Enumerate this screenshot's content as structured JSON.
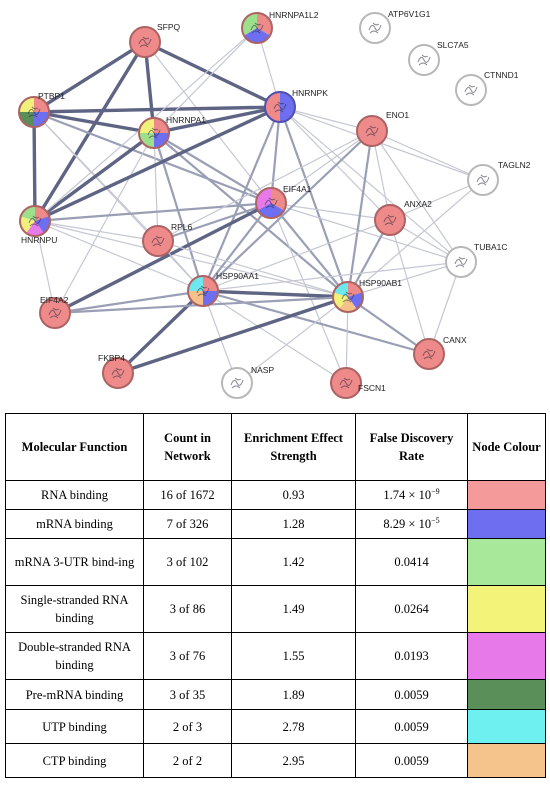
{
  "network": {
    "nodes": [
      {
        "id": "SFPQ",
        "label": "SFPQ",
        "colors": [
          "#ef8a8a"
        ]
      },
      {
        "id": "HNRNPA1L2",
        "label": "HNRNPA1L2",
        "colors": [
          "#ef8a8a",
          "#6e6ef0",
          "#9de08c"
        ]
      },
      {
        "id": "ATP6V1G1",
        "label": "ATP6V1G1",
        "colors": [
          "#ffffff"
        ]
      },
      {
        "id": "SLC7A5",
        "label": "SLC7A5",
        "colors": [
          "#ffffff"
        ]
      },
      {
        "id": "CTNND1",
        "label": "CTNND1",
        "colors": [
          "#ffffff"
        ]
      },
      {
        "id": "PTBP1",
        "label": "PTBP1",
        "colors": [
          "#ef8a8a",
          "#6e6ef0",
          "#5a8f5a",
          "#f0f07a"
        ]
      },
      {
        "id": "HNRNPK",
        "label": "HNRNPK",
        "colors": [
          "#6e6ef0",
          "#ef8a8a"
        ]
      },
      {
        "id": "HNRNPA1",
        "label": "HNRNPA1",
        "colors": [
          "#ef8a8a",
          "#6e6ef0",
          "#9de08c",
          "#f0f07a"
        ]
      },
      {
        "id": "ENO1",
        "label": "ENO1",
        "colors": [
          "#ef8a8a"
        ]
      },
      {
        "id": "TAGLN2",
        "label": "TAGLN2",
        "colors": [
          "#ffffff"
        ]
      },
      {
        "id": "HNRNPU",
        "label": "HNRNPU",
        "colors": [
          "#ef8a8a",
          "#6e6ef0",
          "#e879e8",
          "#f0f07a",
          "#9de08c"
        ]
      },
      {
        "id": "EIF4A1",
        "label": "EIF4A1",
        "colors": [
          "#ef8a8a",
          "#6e6ef0",
          "#e879e8"
        ]
      },
      {
        "id": "ANXA2",
        "label": "ANXA2",
        "colors": [
          "#ef8a8a"
        ]
      },
      {
        "id": "RPL6",
        "label": "RPL6",
        "colors": [
          "#ef8a8a"
        ]
      },
      {
        "id": "TUBA1C",
        "label": "TUBA1C",
        "colors": [
          "#ffffff"
        ]
      },
      {
        "id": "HSP90AA1",
        "label": "HSP90AA1",
        "colors": [
          "#ef8a8a",
          "#6e6ef0",
          "#f5c08a",
          "#6ee8ef"
        ]
      },
      {
        "id": "HSP90AB1",
        "label": "HSP90AB1",
        "colors": [
          "#ef8a8a",
          "#6e6ef0",
          "#f5c08a",
          "#f0f07a",
          "#6ee8ef"
        ]
      },
      {
        "id": "EIF4A2",
        "label": "EIF4A2",
        "colors": [
          "#ef8a8a"
        ]
      },
      {
        "id": "CANX",
        "label": "CANX",
        "colors": [
          "#ef8a8a"
        ]
      },
      {
        "id": "FKBP4",
        "label": "FKBP4",
        "colors": [
          "#ef8a8a"
        ]
      },
      {
        "id": "NASP",
        "label": "NASP",
        "colors": [
          "#ffffff"
        ]
      },
      {
        "id": "FSCN1",
        "label": "FSCN1",
        "colors": [
          "#ef8a8a"
        ]
      }
    ],
    "edges": [
      {
        "a": "SFPQ",
        "b": "PTBP1",
        "strength": 3
      },
      {
        "a": "SFPQ",
        "b": "HNRNPA1",
        "strength": 3
      },
      {
        "a": "SFPQ",
        "b": "HNRNPK",
        "strength": 3
      },
      {
        "a": "SFPQ",
        "b": "HNRNPU",
        "strength": 3
      },
      {
        "a": "SFPQ",
        "b": "EIF4A1",
        "strength": 1
      },
      {
        "a": "PTBP1",
        "b": "HNRNPA1",
        "strength": 3
      },
      {
        "a": "PTBP1",
        "b": "HNRNPK",
        "strength": 3
      },
      {
        "a": "PTBP1",
        "b": "HNRNPU",
        "strength": 3
      },
      {
        "a": "PTBP1",
        "b": "EIF4A1",
        "strength": 2
      },
      {
        "a": "PTBP1",
        "b": "RPL6",
        "strength": 1
      },
      {
        "a": "PTBP1",
        "b": "HSP90AA1",
        "strength": 1
      },
      {
        "a": "HNRNPA1",
        "b": "HNRNPK",
        "strength": 3
      },
      {
        "a": "HNRNPA1",
        "b": "HNRNPU",
        "strength": 3
      },
      {
        "a": "HNRNPA1",
        "b": "EIF4A1",
        "strength": 2
      },
      {
        "a": "HNRNPA1",
        "b": "RPL6",
        "strength": 1
      },
      {
        "a": "HNRNPA1",
        "b": "HSP90AA1",
        "strength": 2
      },
      {
        "a": "HNRNPA1",
        "b": "HSP90AB1",
        "strength": 2
      },
      {
        "a": "HNRNPA1",
        "b": "EIF4A2",
        "strength": 1
      },
      {
        "a": "HNRNPA1L2",
        "b": "HNRNPK",
        "strength": 1
      },
      {
        "a": "HNRNPA1L2",
        "b": "HNRNPA1",
        "strength": 1
      },
      {
        "a": "HNRNPA1L2",
        "b": "HNRNPU",
        "strength": 1
      },
      {
        "a": "HNRNPK",
        "b": "HNRNPU",
        "strength": 3
      },
      {
        "a": "HNRNPK",
        "b": "EIF4A1",
        "strength": 2
      },
      {
        "a": "HNRNPK",
        "b": "ENO1",
        "strength": 1
      },
      {
        "a": "HNRNPK",
        "b": "ANXA2",
        "strength": 1
      },
      {
        "a": "HNRNPK",
        "b": "HSP90AA1",
        "strength": 2
      },
      {
        "a": "HNRNPK",
        "b": "HSP90AB1",
        "strength": 2
      },
      {
        "a": "HNRNPK",
        "b": "TUBA1C",
        "strength": 1
      },
      {
        "a": "HNRNPK",
        "b": "TAGLN2",
        "strength": 1
      },
      {
        "a": "HNRNPU",
        "b": "EIF4A1",
        "strength": 2
      },
      {
        "a": "HNRNPU",
        "b": "RPL6",
        "strength": 1
      },
      {
        "a": "HNRNPU",
        "b": "HSP90AA1",
        "strength": 1
      },
      {
        "a": "HNRNPU",
        "b": "HSP90AB1",
        "strength": 1
      },
      {
        "a": "HNRNPU",
        "b": "EIF4A2",
        "strength": 1
      },
      {
        "a": "EIF4A1",
        "b": "RPL6",
        "strength": 2
      },
      {
        "a": "EIF4A1",
        "b": "EIF4A2",
        "strength": 3
      },
      {
        "a": "EIF4A1",
        "b": "HSP90AA1",
        "strength": 2
      },
      {
        "a": "EIF4A1",
        "b": "HSP90AB1",
        "strength": 2
      },
      {
        "a": "EIF4A1",
        "b": "ENO1",
        "strength": 1
      },
      {
        "a": "EIF4A1",
        "b": "ANXA2",
        "strength": 1
      },
      {
        "a": "EIF4A1",
        "b": "FSCN1",
        "strength": 1
      },
      {
        "a": "EIF4A1",
        "b": "TUBA1C",
        "strength": 1
      },
      {
        "a": "ENO1",
        "b": "HSP90AA1",
        "strength": 2
      },
      {
        "a": "ENO1",
        "b": "HSP90AB1",
        "strength": 2
      },
      {
        "a": "ENO1",
        "b": "ANXA2",
        "strength": 1
      },
      {
        "a": "ENO1",
        "b": "TAGLN2",
        "strength": 1
      },
      {
        "a": "ENO1",
        "b": "TUBA1C",
        "strength": 1
      },
      {
        "a": "ENO1",
        "b": "RPL6",
        "strength": 1
      },
      {
        "a": "ANXA2",
        "b": "HSP90AA1",
        "strength": 1
      },
      {
        "a": "ANXA2",
        "b": "HSP90AB1",
        "strength": 2
      },
      {
        "a": "ANXA2",
        "b": "TUBA1C",
        "strength": 1
      },
      {
        "a": "ANXA2",
        "b": "TAGLN2",
        "strength": 1
      },
      {
        "a": "ANXA2",
        "b": "CANX",
        "strength": 1
      },
      {
        "a": "TAGLN2",
        "b": "HSP90AB1",
        "strength": 1
      },
      {
        "a": "TUBA1C",
        "b": "HSP90AB1",
        "strength": 1
      },
      {
        "a": "TUBA1C",
        "b": "HSP90AA1",
        "strength": 1
      },
      {
        "a": "TUBA1C",
        "b": "CANX",
        "strength": 1
      },
      {
        "a": "RPL6",
        "b": "HSP90AA1",
        "strength": 1
      },
      {
        "a": "RPL6",
        "b": "HSP90AB1",
        "strength": 1
      },
      {
        "a": "HSP90AA1",
        "b": "HSP90AB1",
        "strength": 3
      },
      {
        "a": "HSP90AA1",
        "b": "EIF4A2",
        "strength": 2
      },
      {
        "a": "HSP90AA1",
        "b": "FKBP4",
        "strength": 3
      },
      {
        "a": "HSP90AA1",
        "b": "NASP",
        "strength": 1
      },
      {
        "a": "HSP90AA1",
        "b": "FSCN1",
        "strength": 1
      },
      {
        "a": "HSP90AA1",
        "b": "CANX",
        "strength": 2
      },
      {
        "a": "HSP90AB1",
        "b": "FKBP4",
        "strength": 3
      },
      {
        "a": "HSP90AB1",
        "b": "NASP",
        "strength": 1
      },
      {
        "a": "HSP90AB1",
        "b": "FSCN1",
        "strength": 1
      },
      {
        "a": "HSP90AB1",
        "b": "CANX",
        "strength": 2
      },
      {
        "a": "HSP90AB1",
        "b": "EIF4A2",
        "strength": 2
      }
    ]
  },
  "table": {
    "headers": [
      "Molecular Function",
      "Count in Network",
      "Enrichment Effect Strength",
      "False Discovery Rate",
      "Node Colour"
    ],
    "rows": [
      {
        "function": "RNA binding",
        "count": "16 of 1672",
        "strength": "0.93",
        "fdr": "1.74 × 10",
        "fdr_exp": "−9",
        "color": "#f49a9a"
      },
      {
        "function": "mRNA binding",
        "count": "7 of 326",
        "strength": "1.28",
        "fdr": "8.29 × 10",
        "fdr_exp": "−5",
        "color": "#6e6ef0"
      },
      {
        "function": "mRNA 3-UTR bind-ing",
        "count": "3 of 102",
        "strength": "1.42",
        "fdr": "0.0414",
        "fdr_exp": "",
        "color": "#a8e89a"
      },
      {
        "function": "Single-stranded RNA binding",
        "count": "3 of 86",
        "strength": "1.49",
        "fdr": "0.0264",
        "fdr_exp": "",
        "color": "#f3f37a"
      },
      {
        "function": "Double-stranded RNA binding",
        "count": "3 of 76",
        "strength": "1.55",
        "fdr": "0.0193",
        "fdr_exp": "",
        "color": "#e879e8"
      },
      {
        "function": "Pre-mRNA binding",
        "count": "3 of 35",
        "strength": "1.89",
        "fdr": "0.0059",
        "fdr_exp": "",
        "color": "#5a8f5a"
      },
      {
        "function": "UTP binding",
        "count": "2 of 3",
        "strength": "2.78",
        "fdr": "0.0059",
        "fdr_exp": "",
        "color": "#6ef0f0"
      },
      {
        "function": "CTP binding",
        "count": "2 of 2",
        "strength": "2.95",
        "fdr": "0.0059",
        "fdr_exp": "",
        "color": "#f5c48c"
      }
    ]
  }
}
